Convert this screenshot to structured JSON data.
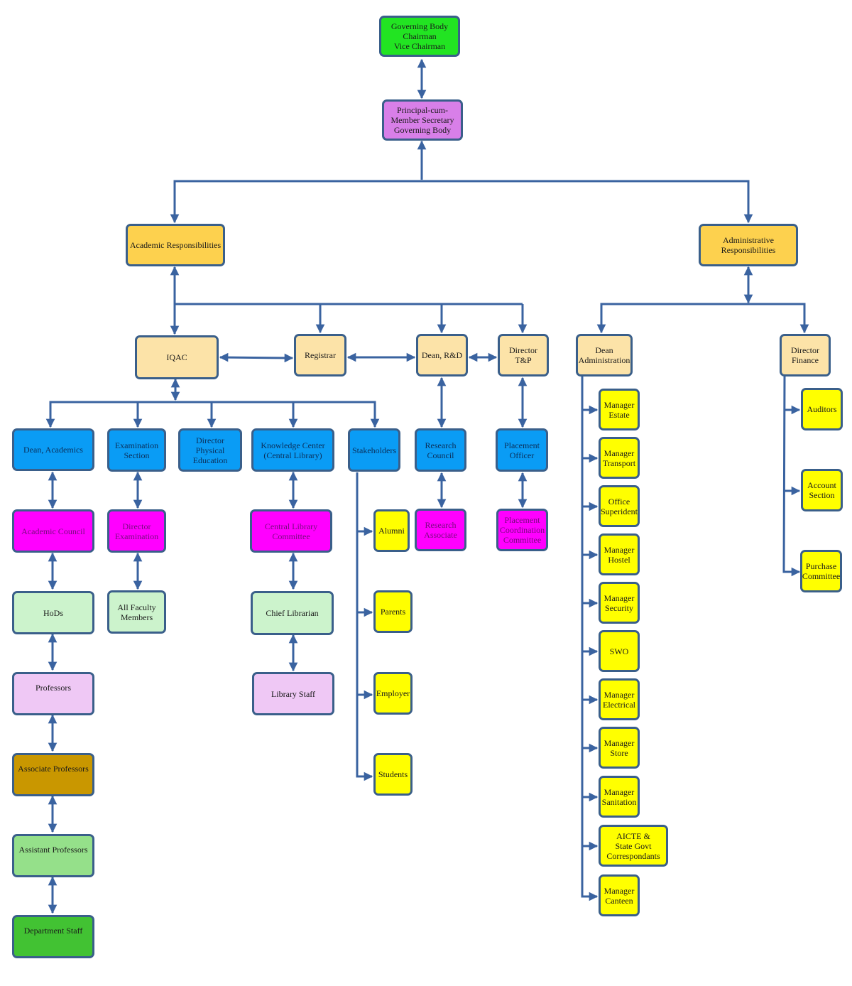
{
  "title": "Organizational Chart",
  "colors": {
    "connector": "#3a63a0",
    "border": "#3a5f8a",
    "governing": "#22e422",
    "principal": "#d87fe8",
    "responsibility": "#fdd14e",
    "officer": "#fce3a8",
    "unit_blue": "#0a9cf5",
    "committee_magenta": "#ff00ff",
    "leaf_yellow": "#ffff00",
    "light_green": "#ccf3cc",
    "light_pink": "#efc8f5",
    "gold": "#c99700",
    "mid_green": "#95e08a",
    "dark_green": "#42c233"
  },
  "nodes": {
    "governing_body": "Governing Body\nChairman\nVice Chairman",
    "principal": "Principal-cum-\nMember Secretary\nGoverning Body",
    "academic_responsibilities": "Academic Responsibilities",
    "administrative_responsibilities": "Administrative\nResponsibilities",
    "iqac": "IQAC",
    "registrar": "Registrar",
    "dean_rd": "Dean, R&D",
    "director_tp": "Director T&P",
    "dean_administration": "Dean\nAdministration",
    "director_finance": "Director\nFinance",
    "dean_academics": "Dean, Academics",
    "examination_section": "Examination\nSection",
    "director_physical_education": "Director Physical\nEducation",
    "knowledge_center": "Knowledge Center\n(Central Library)",
    "stakeholders": "Stakeholders",
    "research_council": "Research\nCouncil",
    "placement_officer": "Placement\nOfficer",
    "academic_council": "Academic Council",
    "director_examination": "Director\nExamination",
    "central_library_committee": "Central Library\nCommittee",
    "research_associate": "Research\nAssociate",
    "placement_coordination_committee": "Placement\nCoordination\nCommittee",
    "hods": "HoDs",
    "all_faculty_members": "All Faculty\nMembers",
    "chief_librarian": "Chief Librarian",
    "professors": "Professors",
    "library_staff": "Library Staff",
    "associate_professors": "Associate Professors",
    "assistant_professors": "Assistant Professors",
    "department_staff": "Department Staff",
    "alumni": "Alumni",
    "parents": "Parents",
    "employer": "Employer",
    "students": "Students",
    "manager_estate": "Manager\nEstate",
    "manager_transport": "Manager\nTransport",
    "office_superident": "Office\nSuperident",
    "manager_hostel": "Manager\nHostel",
    "manager_security": "Manager\nSecurity",
    "swo": "SWO",
    "manager_electrical": "Manager\nElectrical",
    "manager_store": "Manager\nStore",
    "manager_sanitation": "Manager\nSanitation",
    "aicte_state_govt": "AICTE &\nState Govt\nCorrespondants",
    "manager_canteen": "Manager\nCanteen",
    "auditors": "Auditors",
    "account_section": "Account\nSection",
    "purchase_committee": "Purchase\nCommittee"
  }
}
